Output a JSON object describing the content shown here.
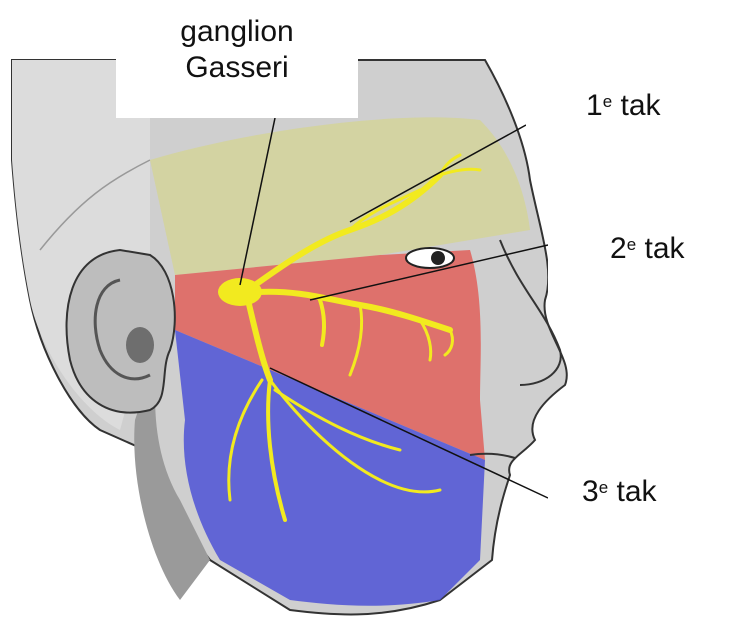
{
  "labels": {
    "ganglion": {
      "line1": "ganglion",
      "line2": "Gasseri"
    },
    "branch1": {
      "number": "1",
      "sup": "e",
      "word": "tak"
    },
    "branch2": {
      "number": "2",
      "sup": "e",
      "word": "tak"
    },
    "branch3": {
      "number": "3",
      "sup": "e",
      "word": "tak"
    }
  },
  "colors": {
    "ophthalmic_zone": "#d4d49a",
    "maxillary_zone": "#e0605a",
    "mandibular_zone": "#5257d6",
    "nerve": "#f2ea1f",
    "skin": "#c9c9c9"
  }
}
